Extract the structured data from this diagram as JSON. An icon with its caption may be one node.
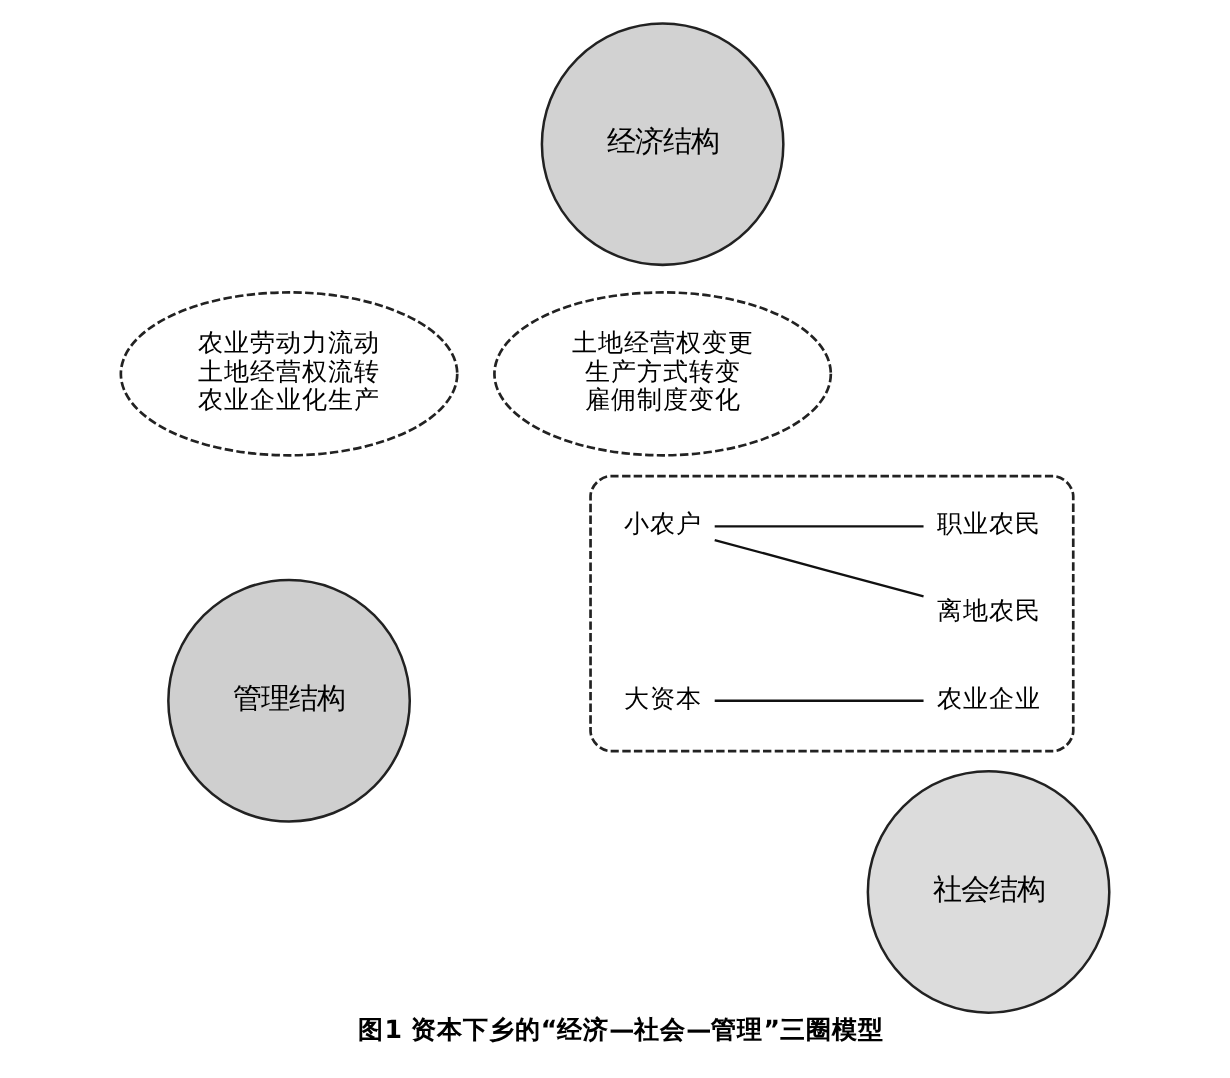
{
  "diagram": {
    "caption": "图1 资本下乡的“经济—社会—管理”三圈模型",
    "nodes": [
      {
        "text": [
          "经济结构"
        ]
      },
      {
        "text": [
          "管理结构"
        ]
      },
      {
        "text": [
          "社会结构"
        ]
      },
      {
        "text": [
          "土地经营权变更",
          "生产方式转变",
          "雇佣制度变化"
        ]
      },
      {
        "text": [
          "农业劳动力流动",
          "土地经营权流转",
          "农业企业化生产"
        ]
      },
      {
        "text": [],
        "shape": "ellipse"
      },
      {
        "text": [
          "小农户"
        ],
        "in": 5
      },
      {
        "text": [
          "职业农民"
        ],
        "in": 5
      },
      {
        "text": [
          "离地农民"
        ],
        "in": 5
      },
      {
        "text": [
          "大资本"
        ],
        "in": 5
      },
      {
        "text": [
          "农业企业"
        ],
        "in": 5
      }
    ],
    "edges": [
      {
        "from": 6,
        "to": 7,
        "arrow": "none"
      },
      {
        "from": 6,
        "to": 8,
        "arrow": "none"
      },
      {
        "from": 9,
        "to": 10,
        "arrow": "none"
      }
    ]
  }
}
